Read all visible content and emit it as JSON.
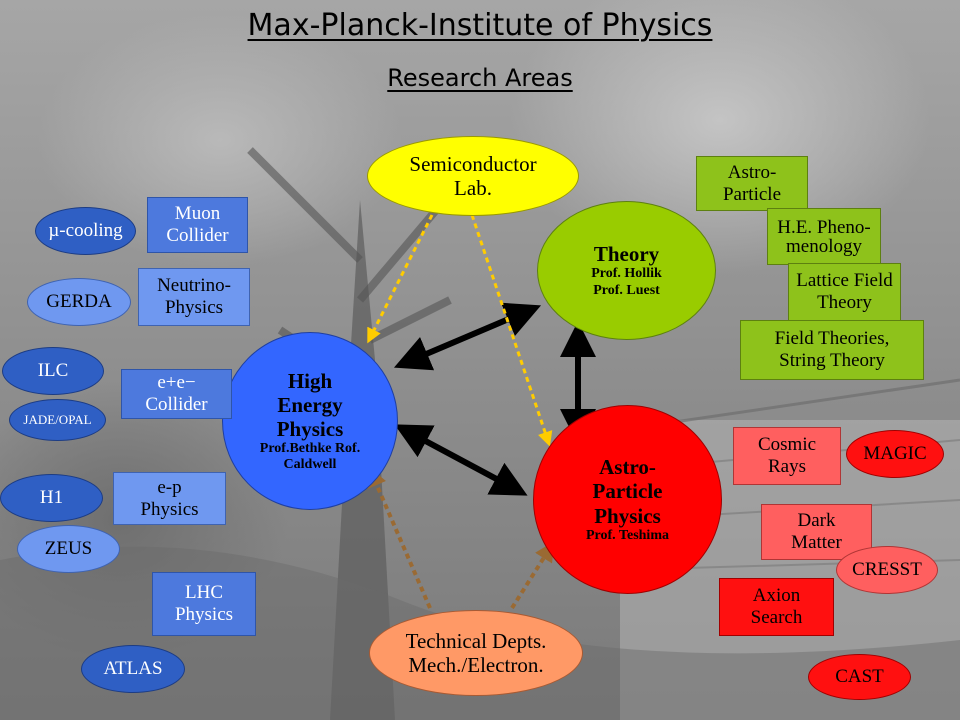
{
  "header": {
    "title": "Max-Planck-Institute of Physics",
    "subtitle": "Research Areas"
  },
  "colors": {
    "hep": "#3366ff",
    "theory": "#99cc00",
    "astro": "#ff0000",
    "semiconductor": "#ffff00",
    "technical": "#ff9966"
  },
  "center": {
    "hep": {
      "title": "High Energy Physics",
      "heads": "Prof.Bethke Rof. Caldwell"
    },
    "theory": {
      "title": "Theory",
      "heads": "Prof. Hollik Prof. Luest"
    },
    "astro": {
      "title": "Astro- Particle Physics",
      "heads": "Prof. Teshima"
    },
    "semiconductor": "Semiconductor Lab.",
    "technical": "Technical Depts. Mech./Electron."
  },
  "hep_items": {
    "muon_cooling": "µ-cooling",
    "muon_collider": "Muon Collider",
    "gerda": "GERDA",
    "neutrino_physics": "Neutrino- Physics",
    "ilc": "ILC",
    "jade_opal": "JADE/OPAL",
    "ee_collider": "e+e− Collider",
    "h1": "H1",
    "ep_physics": "e-p Physics",
    "zeus": "ZEUS",
    "lhc_physics": "LHC Physics",
    "atlas": "ATLAS"
  },
  "theory_items": {
    "astro_particle": "Astro- Particle",
    "he_phenomenology": "H.E. Pheno- menology",
    "lattice": "Lattice Field Theory",
    "string_theory": "Field Theories, String Theory"
  },
  "astro_items": {
    "cosmic_rays": "Cosmic Rays",
    "magic": "MAGIC",
    "dark_matter": "Dark Matter",
    "cresst": "CRESST",
    "axion_search": "Axion Search",
    "cast": "CAST"
  }
}
